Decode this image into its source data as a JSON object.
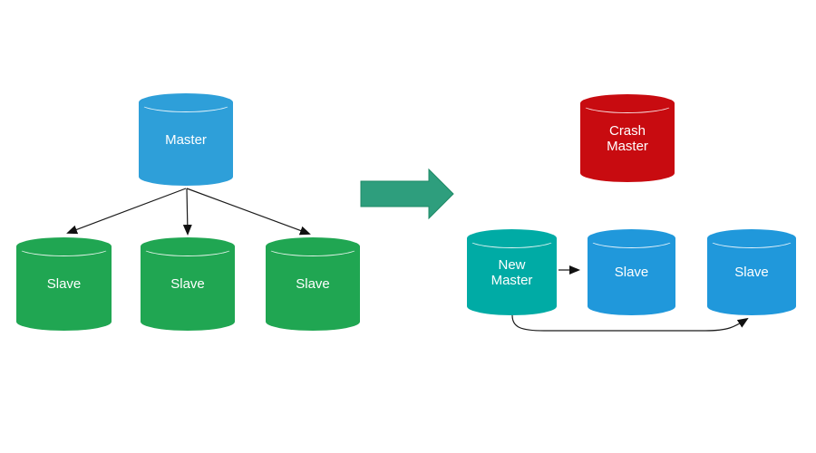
{
  "colors": {
    "master": "#2E9FD9",
    "slave_left": "#20A652",
    "crash_master": "#C80B10",
    "new_master": "#00ABA5",
    "slave_right": "#2098DB",
    "transition_arrow": "#2E9E7D",
    "transition_arrow_border": "#1E8A66",
    "connector": "#1a1a1a",
    "label_text": "#ffffff"
  },
  "left_cluster": {
    "master": {
      "label": "Master"
    },
    "slaves": [
      {
        "label": "Slave"
      },
      {
        "label": "Slave"
      },
      {
        "label": "Slave"
      }
    ]
  },
  "right_cluster": {
    "crash_master": {
      "line1": "Crash",
      "line2": "Master"
    },
    "new_master": {
      "line1": "New",
      "line2": "Master"
    },
    "slaves": [
      {
        "label": "Slave"
      },
      {
        "label": "Slave"
      }
    ]
  }
}
